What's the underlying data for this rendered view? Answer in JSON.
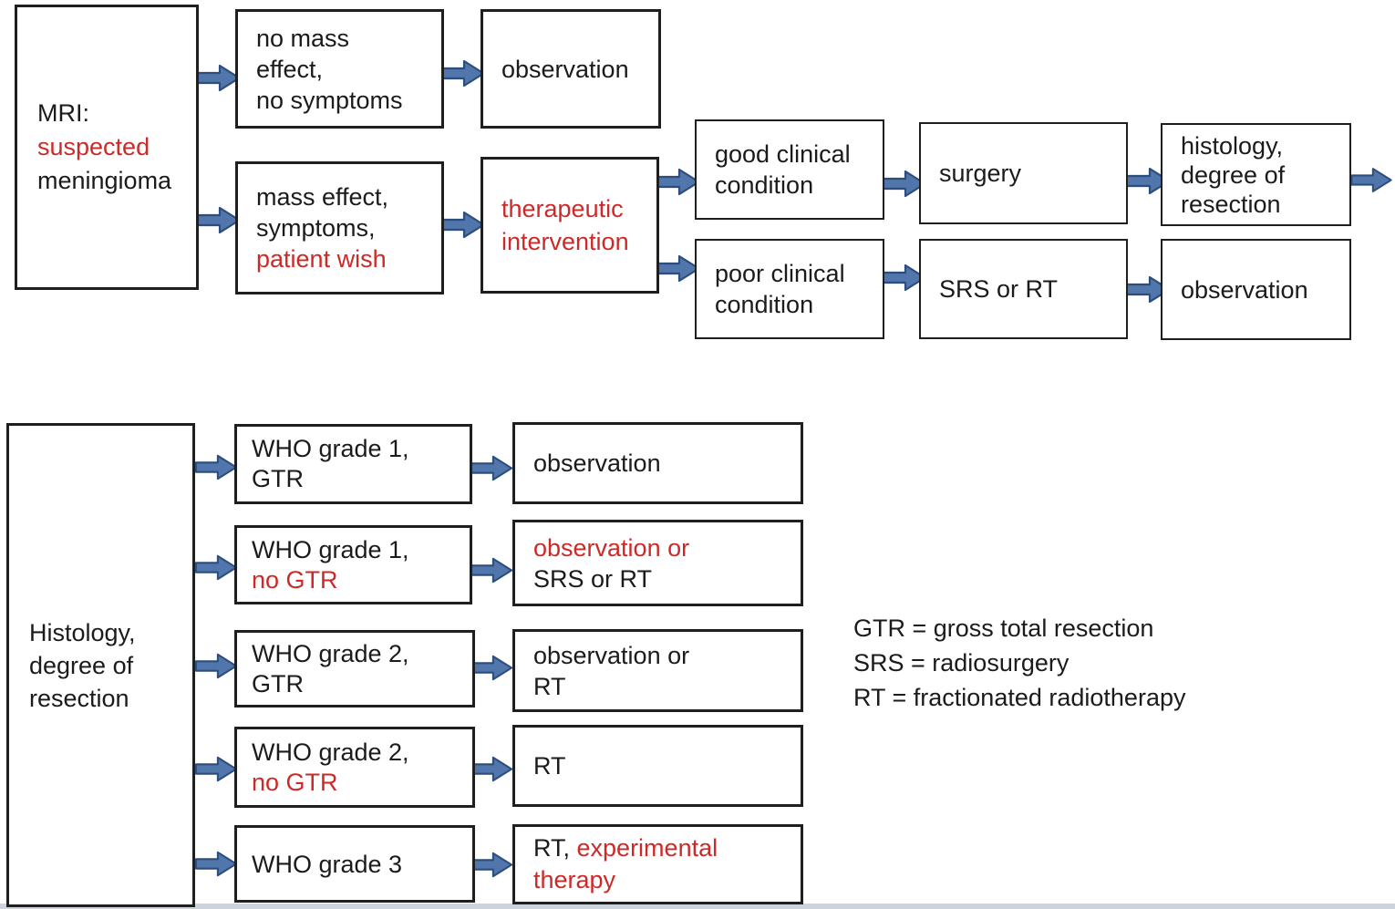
{
  "palette": {
    "text_black": "#1b1b1b",
    "text_red": "#cc2a28",
    "box_border": "#1f1f1f",
    "arrow_fill": "#5076ab",
    "arrow_border": "#2d4d7c",
    "background": "#ffffff"
  },
  "top_section": {
    "mri_box": {
      "line1": "MRI:",
      "line2": "suspected",
      "line3": "meningioma"
    },
    "no_mass_box": {
      "line1": "no mass",
      "line2": "effect,",
      "line3": "no symptoms"
    },
    "observation_box": {
      "label": "observation"
    },
    "mass_effect_box": {
      "line1": "mass effect,",
      "line2": "symptoms,",
      "line3": "patient wish"
    },
    "therapeutic_box": {
      "line1": "therapeutic",
      "line2": "intervention"
    },
    "good_condition_box": {
      "line1": "good clinical",
      "line2": "condition"
    },
    "surgery_box": {
      "label": "surgery"
    },
    "histology_box": {
      "line1": "histology,",
      "line2": "degree of",
      "line3": "resection"
    },
    "poor_condition_box": {
      "line1": "poor clinical",
      "line2": "condition"
    },
    "srs_rt_box": {
      "label": "SRS or RT"
    },
    "observation2_box": {
      "label": "observation"
    }
  },
  "bottom_section": {
    "histology_box": {
      "line1": "Histology,",
      "line2": "degree of",
      "line3": "resection"
    },
    "who1_gtr_box": {
      "line1": "WHO grade 1,",
      "line2": "GTR"
    },
    "who1_nogtr_box": {
      "line1": "WHO grade 1,",
      "line2": "no GTR"
    },
    "who2_gtr_box": {
      "line1": "WHO grade 2,",
      "line2": "GTR"
    },
    "who2_nogtr_box": {
      "line1": "WHO grade 2,",
      "line2": "no GTR"
    },
    "who3_box": {
      "label": "WHO grade 3"
    },
    "outcome_observation_box": {
      "label": "observation"
    },
    "outcome_obs_srs_rt_box": {
      "line1": "observation or",
      "line2": "SRS or RT"
    },
    "outcome_obs_rt_box": {
      "line1": "observation or",
      "line2": "RT"
    },
    "outcome_rt_box": {
      "label": "RT"
    },
    "outcome_rt_exp_box": {
      "line1_black": "RT,",
      "line1_red": " experimental",
      "line2": "therapy"
    }
  },
  "legend": {
    "line1": "GTR = gross total resection",
    "line2": "SRS = radiosurgery",
    "line3": "RT = fractionated radiotherapy"
  }
}
